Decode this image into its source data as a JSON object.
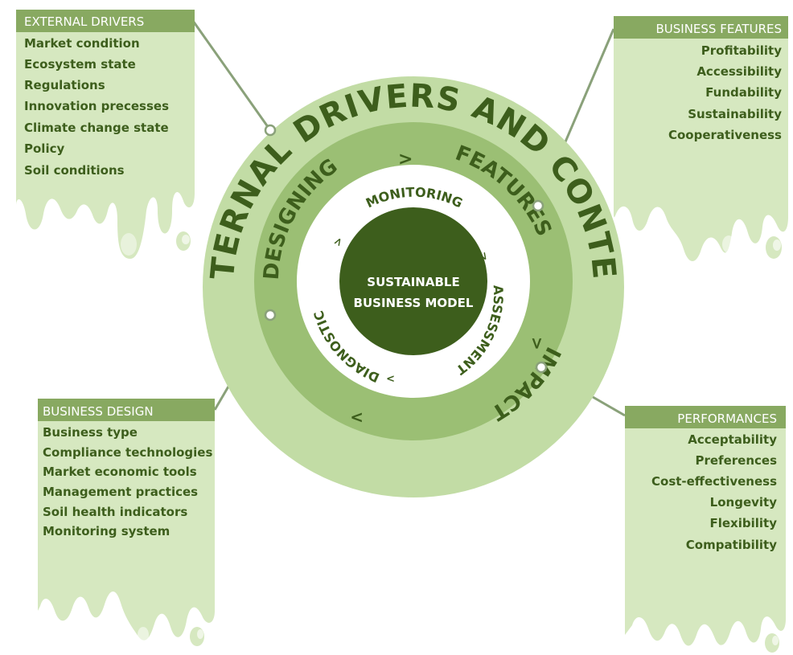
{
  "colors": {
    "dark_green": "#3d5e1c",
    "mid_green": "#9bbf74",
    "light_green": "#c2dca5",
    "panel_green": "#d6e8c0",
    "header_green": "#88a961",
    "white": "#ffffff"
  },
  "center": {
    "line1": "SUSTAINABLE",
    "line2": "BUSINESS MODEL"
  },
  "outer_ring": {
    "text": "EXTERNAL DRIVERS AND CONTEXT"
  },
  "middle_ring": {
    "designing": "DESIGNING",
    "features": "FEATURES",
    "impact": "IMPACT"
  },
  "inner_ring": {
    "monitoring": "MONITORING",
    "assessment": "ASSESSMENT",
    "diagnostic": "DIAGNOSTIC"
  },
  "arrows": {
    "glyph": ">"
  },
  "panels": {
    "external_drivers": {
      "title": "EXTERNAL DRIVERS",
      "items": [
        "Market condition",
        "Ecosystem state",
        "Regulations",
        "Innovation precesses",
        "Climate change state",
        "Policy",
        "Soil conditions"
      ]
    },
    "business_features": {
      "title": "BUSINESS FEATURES",
      "items": [
        "Profitability",
        "Accessibility",
        "Fundability",
        "Sustainability",
        "Cooperativeness"
      ]
    },
    "business_design": {
      "title": "BUSINESS DESIGN",
      "items": [
        "Business type",
        "Compliance technologies",
        "Market economic tools",
        "Management practices",
        "Soil health indicators",
        "Monitoring system"
      ]
    },
    "performances": {
      "title": "PERFORMANCES",
      "items": [
        "Acceptability",
        "Preferences",
        "Cost-effectiveness",
        "Longevity",
        "Flexibility",
        "Compatibility"
      ]
    }
  }
}
